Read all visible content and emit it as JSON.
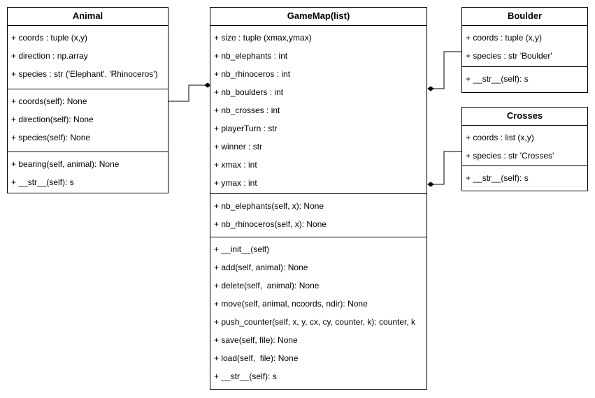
{
  "classes": {
    "animal": {
      "name": "Animal",
      "attributes": [
        "+ coords : tuple (x,y)",
        "+ direction : np.array",
        "+ species : str ('Elephant', 'Rhinoceros')"
      ],
      "methods_a": [
        "+ coords(self): None",
        "+ direction(self): None",
        "+ species(self): None"
      ],
      "methods_b": [
        "+ bearing(self, animal): None",
        "+ __str__(self): s"
      ]
    },
    "gamemap": {
      "name": "GameMap(list)",
      "attributes": [
        "+ size : tuple (xmax,ymax)",
        "+ nb_elephants : int",
        "+ nb_rhinoceros : int",
        "+ nb_boulders : int",
        "+ nb_crosses : int",
        "+ playerTurn : str",
        "+ winner : str",
        "+ xmax : int",
        "+ ymax : int"
      ],
      "methods_a": [
        "+ nb_elephants(self, x): None",
        "+ nb_rhinoceros(self, x): None"
      ],
      "methods_b": [
        "+ __init__(self)",
        "+ add(self, animal): None",
        "+ delete(self,  animal): None",
        "+ move(self, animal, ncoords, ndir): None",
        "+ push_counter(self, x, y, cx, cy, counter, k): counter, k",
        "+ save(self, file): None",
        "+ load(self,  file): None",
        "+ __str__(self): s"
      ]
    },
    "boulder": {
      "name": "Boulder",
      "attributes": [
        "+ coords : tuple (x,y)",
        "+ species : str 'Boulder'"
      ],
      "methods_a": [
        "+ __str__(self): s"
      ]
    },
    "crosses": {
      "name": "Crosses",
      "attributes": [
        "+ coords : list (x,y)",
        "+ species : str 'Crosses'"
      ],
      "methods_a": [
        "+ __str__(self): s"
      ]
    }
  },
  "relationships": [
    {
      "from": "animal",
      "to": "gamemap",
      "type": "composition"
    },
    {
      "from": "boulder",
      "to": "gamemap",
      "type": "composition"
    },
    {
      "from": "crosses",
      "to": "gamemap",
      "type": "composition"
    }
  ]
}
